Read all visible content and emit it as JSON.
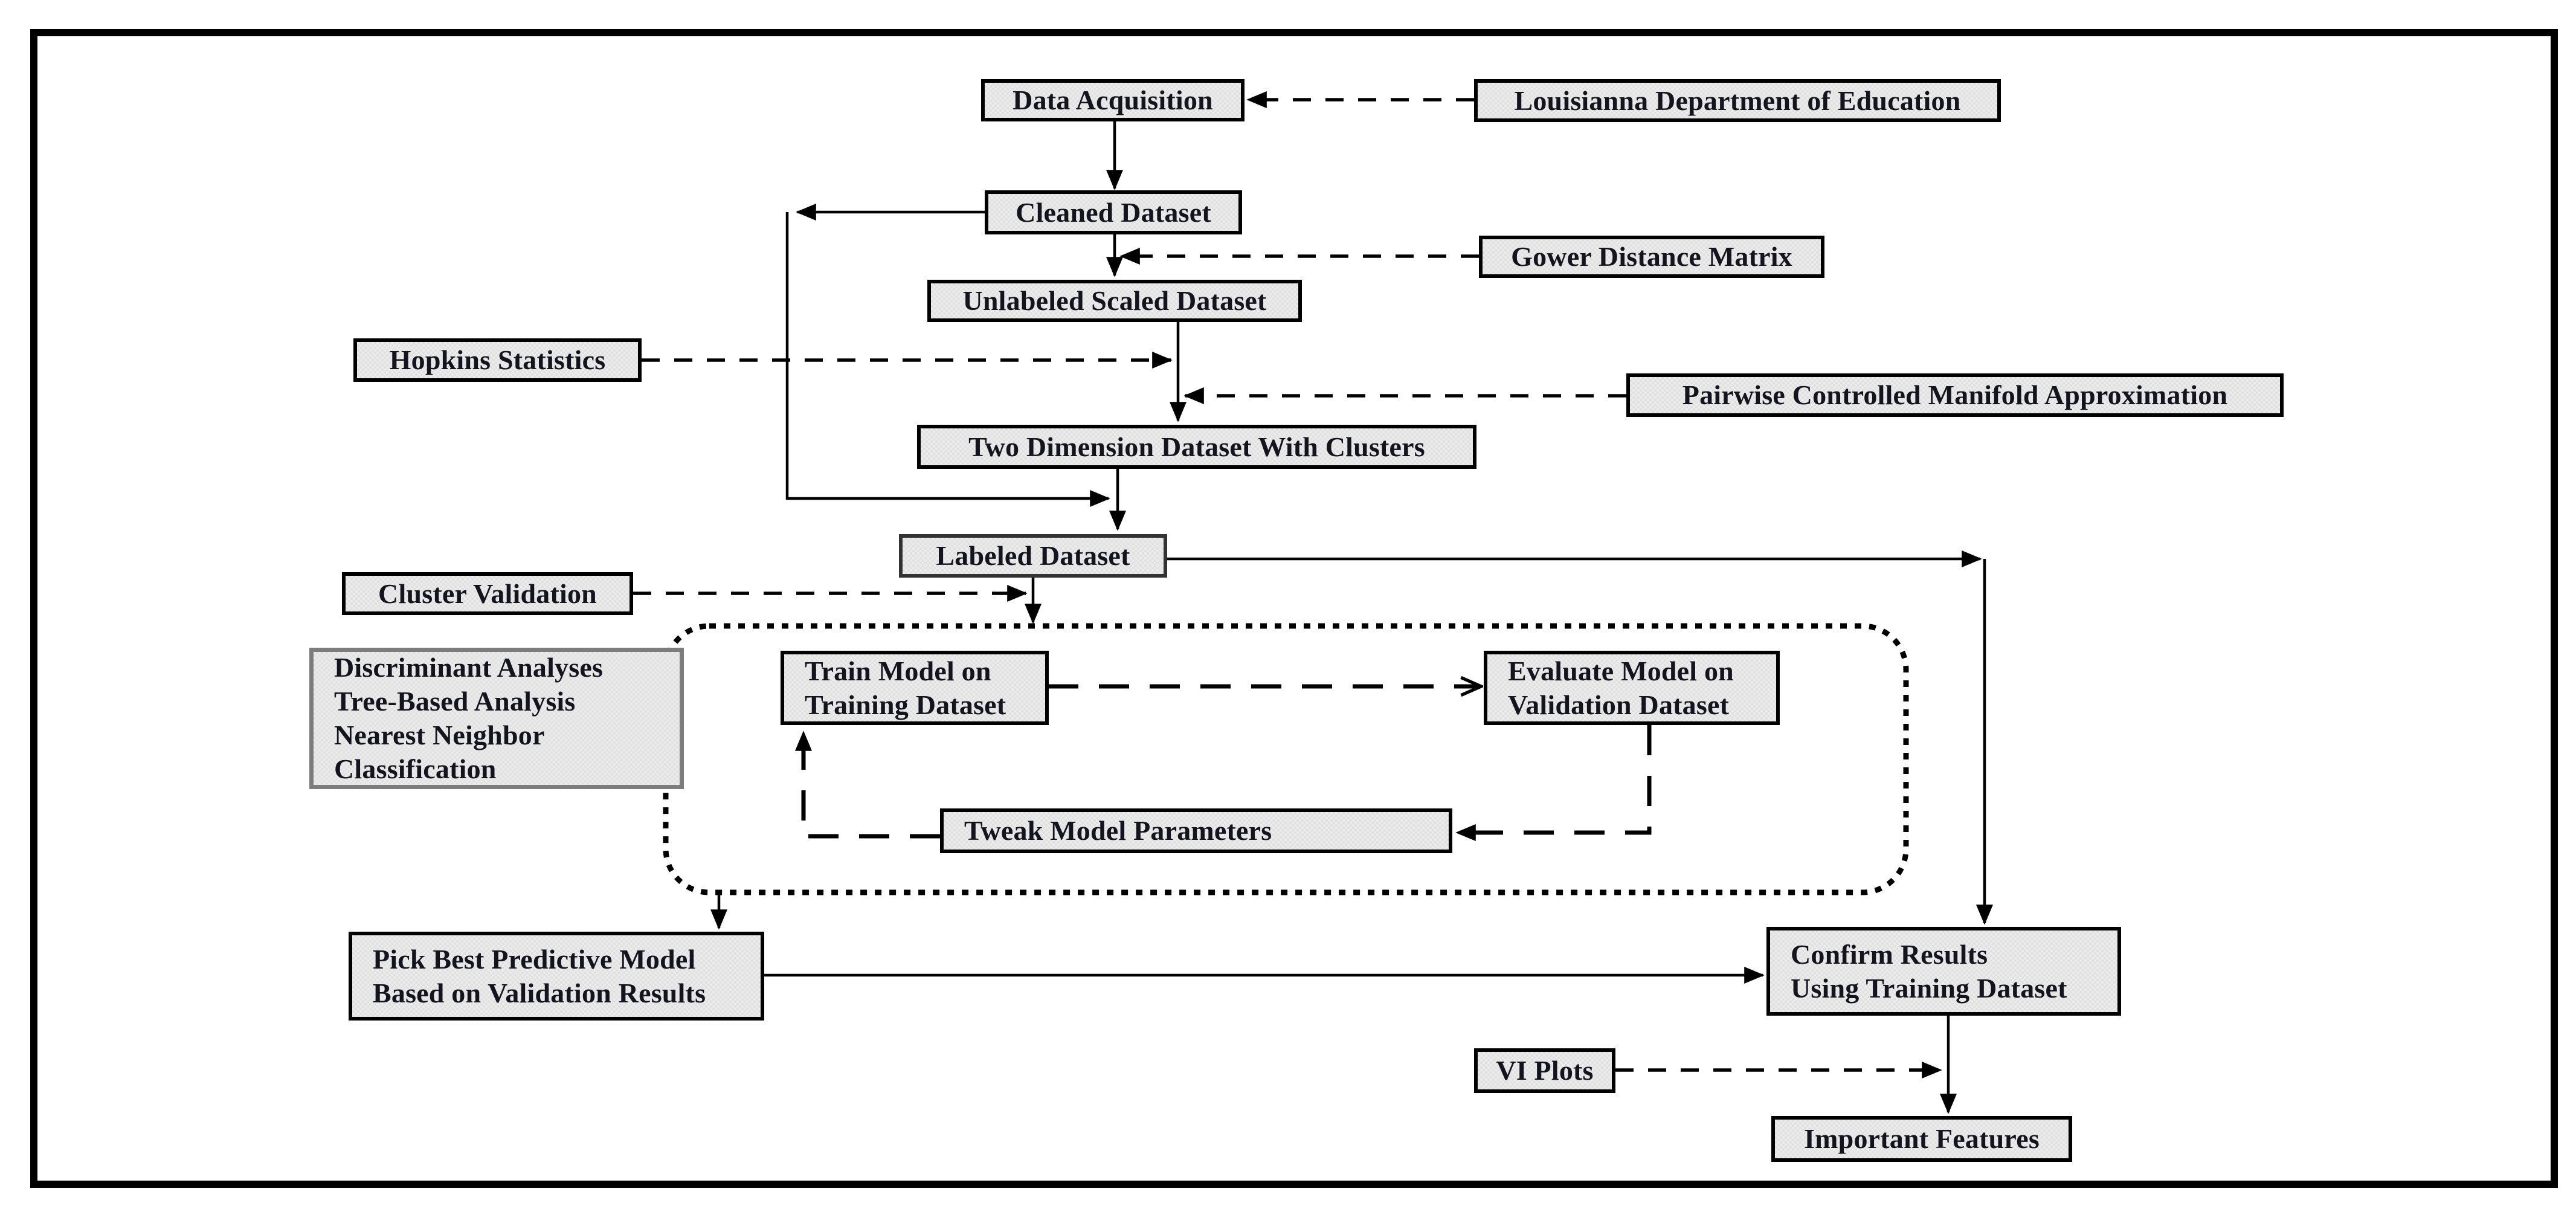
{
  "diagram": {
    "title_hint": "Data science workflow flowchart",
    "colors": {
      "node_fill": "#ebebeb",
      "node_border": "#000000",
      "classifier_box_border": "#7d7d7d",
      "text": "#14141f",
      "line": "#000000",
      "background": "#ffffff"
    },
    "nodes": {
      "data_acquisition": {
        "label": "Data Acquisition"
      },
      "louisiana_doe": {
        "label": "Louisianna Department of Education"
      },
      "cleaned_dataset": {
        "label": "Cleaned Dataset"
      },
      "gower_distance_matrix": {
        "label": "Gower Distance Matrix"
      },
      "unlabeled_scaled": {
        "label": "Unlabeled Scaled Dataset"
      },
      "hopkins_statistics": {
        "label": "Hopkins Statistics"
      },
      "pacmap": {
        "label": "Pairwise Controlled Manifold Approximation"
      },
      "two_dimension_dataset": {
        "label": "Two Dimension Dataset With Clusters"
      },
      "labeled_dataset": {
        "label": "Labeled Dataset"
      },
      "cluster_validation": {
        "label": "Cluster Validation"
      },
      "classifier_methods": {
        "label": "Discriminant Analyses\nTree-Based Analysis\nNearest Neighbor\nClassification"
      },
      "train_model": {
        "label": "Train Model on\nTraining Dataset"
      },
      "evaluate_model": {
        "label": "Evaluate Model on\nValidation Dataset"
      },
      "tweak_parameters": {
        "label": "Tweak Model Parameters"
      },
      "pick_best_model": {
        "label": "Pick Best Predictive Model\nBased on Validation Results"
      },
      "confirm_results": {
        "label": "Confirm Results\nUsing Training Dataset"
      },
      "vi_plots": {
        "label": "VI Plots"
      },
      "important_features": {
        "label": "Important Features"
      }
    },
    "edges": [
      {
        "from": "louisiana_doe",
        "to": "data_acquisition",
        "style": "dashed"
      },
      {
        "from": "data_acquisition",
        "to": "cleaned_dataset",
        "style": "solid"
      },
      {
        "from": "gower_distance_matrix",
        "to": "cleaned_to_unlabeled_line",
        "style": "dashed"
      },
      {
        "from": "cleaned_dataset",
        "to": "unlabeled_scaled",
        "style": "solid"
      },
      {
        "from": "unlabeled_scaled",
        "to": "two_dimension_dataset",
        "style": "solid"
      },
      {
        "from": "hopkins_statistics",
        "to": "unlabeled_to_twodim_line",
        "style": "dashed"
      },
      {
        "from": "pacmap",
        "to": "unlabeled_to_twodim_line",
        "style": "dashed"
      },
      {
        "from": "two_dimension_dataset",
        "to": "labeled_dataset",
        "style": "solid"
      },
      {
        "from": "cleaned_dataset",
        "to": "labeled_dataset",
        "style": "solid-loop-left"
      },
      {
        "from": "cluster_validation",
        "to": "labeled_to_loop_line",
        "style": "dashed"
      },
      {
        "from": "labeled_dataset",
        "to": "model_loop_region",
        "style": "solid"
      },
      {
        "from": "labeled_dataset",
        "to": "confirm_results",
        "style": "solid"
      },
      {
        "from": "train_model",
        "to": "evaluate_model",
        "style": "dashed-long"
      },
      {
        "from": "evaluate_model",
        "to": "tweak_parameters",
        "style": "dashed-long"
      },
      {
        "from": "tweak_parameters",
        "to": "train_model",
        "style": "dashed-long"
      },
      {
        "from": "model_loop_region",
        "to": "pick_best_model",
        "style": "solid"
      },
      {
        "from": "pick_best_model",
        "to": "confirm_results",
        "style": "solid"
      },
      {
        "from": "confirm_results",
        "to": "important_features",
        "style": "solid"
      },
      {
        "from": "vi_plots",
        "to": "confirm_to_important_line",
        "style": "dashed"
      }
    ]
  }
}
